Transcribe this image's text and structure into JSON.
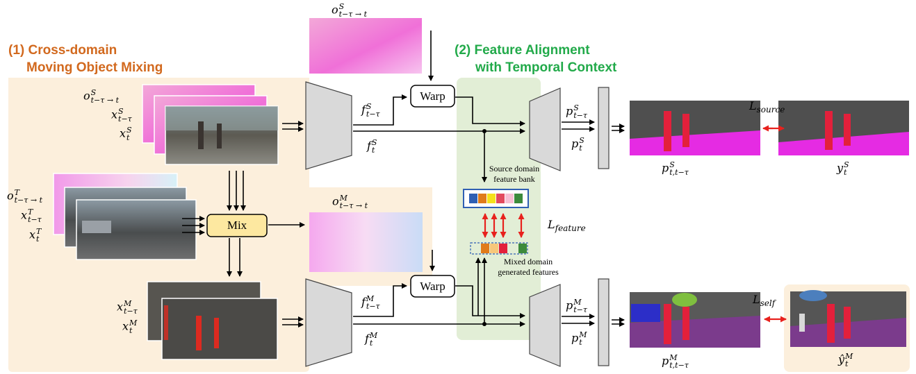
{
  "colors": {
    "cross_domain_title": "#d2691e",
    "feature_title": "#22aa4a",
    "orange_panel": "#fcefdc",
    "green_panel": "#e2eed6",
    "mix_box": "#fde8a0",
    "arrow_red": "#e8211d",
    "bank_colors": [
      "#2f5fb3",
      "#e07b1a",
      "#f5e11c",
      "#e24a5e",
      "#f7bfd4",
      "#3c8a3c"
    ]
  },
  "titles": {
    "cross_domain_line1": "(1) Cross-domain",
    "cross_domain_line2": "Moving Object Mixing",
    "feature_line1": "(2) Feature Alignment",
    "feature_line2": "with Temporal Context"
  },
  "boxes": {
    "mix": "Mix",
    "warp_top": "Warp",
    "warp_bottom": "Warp"
  },
  "notes": {
    "source_bank_line1": "Source domain",
    "source_bank_line2": "feature bank",
    "mixed_line1": "Mixed domain",
    "mixed_line2": "generated features"
  },
  "math": {
    "o_s_top": {
      "base": "o",
      "sup": "S",
      "sub": "t−τ → t"
    },
    "o_s_left": {
      "base": "o",
      "sup": "S",
      "sub": "t−τ → t"
    },
    "x_s_prev": {
      "base": "x",
      "sup": "S",
      "sub": "t−τ"
    },
    "x_s": {
      "base": "x",
      "sup": "S",
      "sub": "t"
    },
    "o_t": {
      "base": "o",
      "sup": "T",
      "sub": "t−τ → t"
    },
    "x_t_prev": {
      "base": "x",
      "sup": "T",
      "sub": "t−τ"
    },
    "x_t": {
      "base": "x",
      "sup": "T",
      "sub": "t"
    },
    "o_m": {
      "base": "o",
      "sup": "M",
      "sub": "t−τ → t"
    },
    "x_m_prev": {
      "base": "x",
      "sup": "M",
      "sub": "t−τ"
    },
    "x_m": {
      "base": "x",
      "sup": "M",
      "sub": "t"
    },
    "f_s_prev": {
      "base": "f",
      "sup": "S",
      "sub": "t−τ"
    },
    "f_s": {
      "base": "f",
      "sup": "S",
      "sub": "t"
    },
    "f_m_prev": {
      "base": "f",
      "sup": "M",
      "sub": "t−τ"
    },
    "f_m": {
      "base": "f",
      "sup": "M",
      "sub": "t"
    },
    "p_s_prev": {
      "base": "p",
      "sup": "S",
      "sub": "t−τ"
    },
    "p_s": {
      "base": "p",
      "sup": "S",
      "sub": "t"
    },
    "p_m_prev": {
      "base": "p",
      "sup": "M",
      "sub": "t−τ"
    },
    "p_m": {
      "base": "p",
      "sup": "M",
      "sub": "t"
    },
    "p_s_out": {
      "base": "p",
      "sup": "S",
      "sub": "t,t−τ"
    },
    "y_s": {
      "base": "y",
      "sup": "S",
      "sub": "t"
    },
    "p_m_out": {
      "base": "p",
      "sup": "M",
      "sub": "t,t−τ"
    },
    "y_m_hat": {
      "base": "ŷ",
      "sup": "M",
      "sub": "t"
    }
  },
  "losses": {
    "source": {
      "base": "L",
      "sub": "source"
    },
    "feature": {
      "base": "L",
      "sub": "feature"
    },
    "self": {
      "base": "L",
      "sub": "self"
    }
  }
}
